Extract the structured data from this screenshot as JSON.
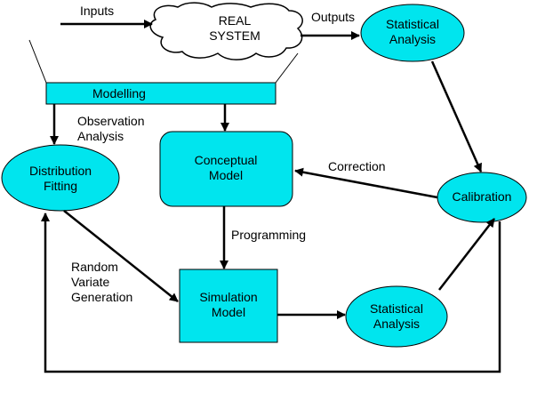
{
  "colors": {
    "fill": "#00e5ee",
    "cloud": "#ffffff",
    "stroke": "#000000",
    "background": "#ffffff"
  },
  "real_system": {
    "line1": "REAL",
    "line2": "SYSTEM"
  },
  "modelling_bar": {
    "label": "Modelling"
  },
  "distribution_fitting": {
    "line1": "Distribution",
    "line2": "Fitting"
  },
  "conceptual_model": {
    "line1": "Conceptual",
    "line2": "Model"
  },
  "simulation_model": {
    "line1": "Simulation",
    "line2": "Model"
  },
  "statistical_analysis_top": {
    "line1": "Statistical",
    "line2": "Analysis"
  },
  "statistical_analysis_bottom": {
    "line1": "Statistical",
    "line2": "Analysis"
  },
  "calibration": {
    "label": "Calibration"
  },
  "edge_labels": {
    "inputs": "Inputs",
    "outputs": "Outputs",
    "observation": "Observation",
    "analysis": "Analysis",
    "correction": "Correction",
    "programming": "Programming",
    "random": "Random",
    "variate": "Variate",
    "generation": "Generation"
  }
}
